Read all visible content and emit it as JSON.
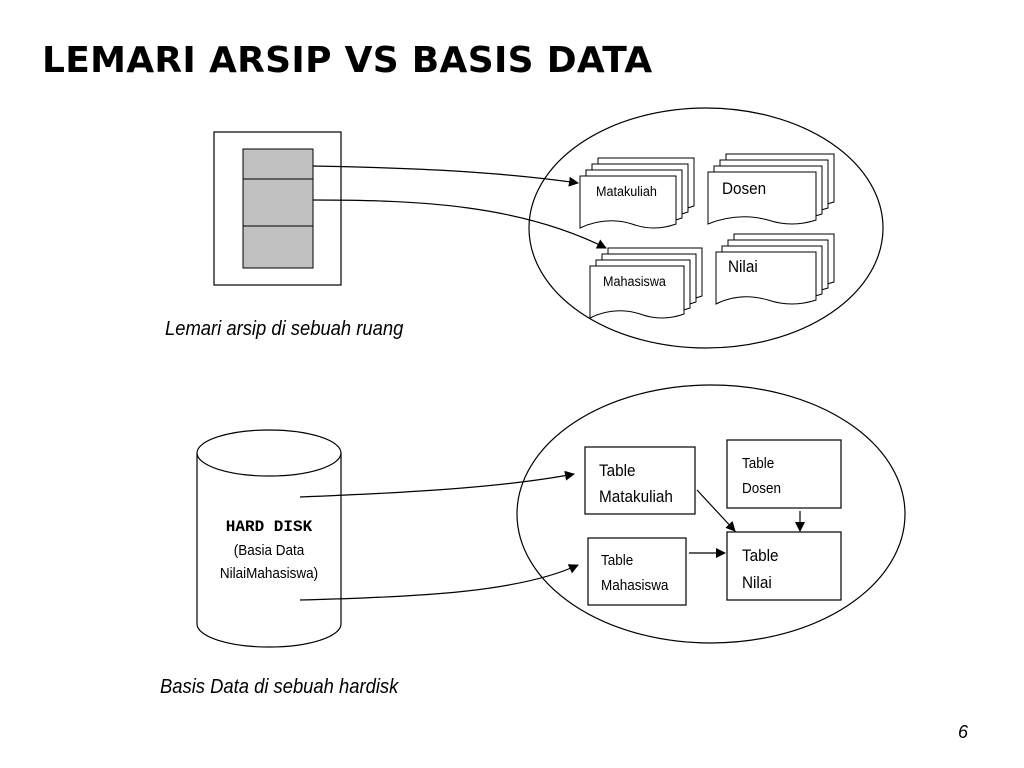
{
  "slide": {
    "title": "LEMARI ARSIP VS BASIS DATA",
    "page_number": "6"
  },
  "top_section": {
    "caption": "Lemari arsip di sebuah ruang",
    "folders": [
      {
        "label": "Matakuliah"
      },
      {
        "label": "Dosen"
      },
      {
        "label": "Mahasiswa"
      },
      {
        "label": "Nilai"
      }
    ]
  },
  "bottom_section": {
    "caption": "Basis Data di sebuah hardisk",
    "hard_disk": {
      "title": "HARD DISK",
      "line1": "(Basia Data",
      "line2": "NilaiMahasiswa)"
    },
    "tables": [
      {
        "line1": "Table",
        "line2": "Matakuliah"
      },
      {
        "line1": "Table",
        "line2": "Dosen"
      },
      {
        "line1": "Table",
        "line2": "Mahasiswa"
      },
      {
        "line1": "Table",
        "line2": "Nilai"
      }
    ]
  }
}
